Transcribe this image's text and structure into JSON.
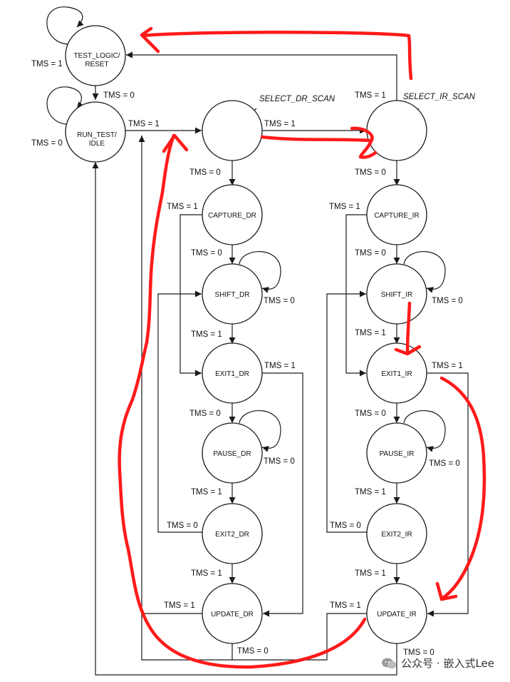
{
  "colors": {
    "ink": "#1a1a1a",
    "annotation": "#ff1a1a",
    "background": "#ffffff"
  },
  "states": {
    "reset": [
      "TEST_LOGIC/",
      "RESET"
    ],
    "idle": [
      "RUN_TEST/",
      "IDLE"
    ],
    "select_dr": "",
    "select_ir": "",
    "capture_dr": "CAPTURE_DR",
    "shift_dr": "SHIFT_DR",
    "exit1_dr": "EXIT1_DR",
    "pause_dr": "PAUSE_DR",
    "exit2_dr": "EXIT2_DR",
    "update_dr": "UPDATE_DR",
    "capture_ir": "CAPTURE_IR",
    "shift_ir": "SHIFT_IR",
    "exit1_ir": "EXIT1_IR",
    "pause_ir": "PAUSE_IR",
    "exit2_ir": "EXIT2_IR",
    "update_ir": "UPDATE_IR"
  },
  "scan_labels": {
    "dr": "SELECT_DR_SCAN",
    "ir": "SELECT_IR_SCAN"
  },
  "transitions": {
    "tms0": "TMS = 0",
    "tms1": "TMS = 1"
  },
  "watermark": {
    "text": "公众号 · 嵌入式Lee",
    "icon": "wechat-official-account-icon"
  }
}
